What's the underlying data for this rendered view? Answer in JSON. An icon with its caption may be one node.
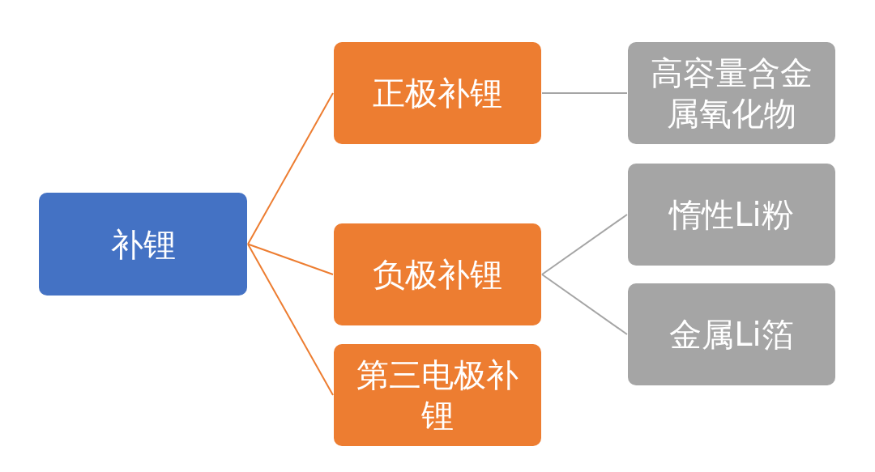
{
  "diagram": {
    "nodes": [
      {
        "text": [
          "补锂"
        ]
      },
      {
        "text": [
          "正极补锂"
        ]
      },
      {
        "text": [
          "负极补锂"
        ]
      },
      {
        "text": [
          "第三电极补锂"
        ]
      },
      {
        "text": [
          "高容量含金属氧化物"
        ]
      },
      {
        "text": [
          "惰性Li粉"
        ]
      },
      {
        "text": [
          "金属Li箔"
        ]
      }
    ],
    "edges": [
      {
        "from": 0,
        "to": 1,
        "arrow": "none",
        "color": "#ed7d31"
      },
      {
        "from": 0,
        "to": 2,
        "arrow": "none",
        "color": "#ed7d31"
      },
      {
        "from": 0,
        "to": 3,
        "arrow": "none",
        "color": "#ed7d31"
      },
      {
        "from": 1,
        "to": 4,
        "arrow": "none",
        "color": "#a5a5a5"
      },
      {
        "from": 2,
        "to": 5,
        "arrow": "none",
        "color": "#a5a5a5"
      },
      {
        "from": 2,
        "to": 6,
        "arrow": "none",
        "color": "#a5a5a5"
      }
    ]
  }
}
